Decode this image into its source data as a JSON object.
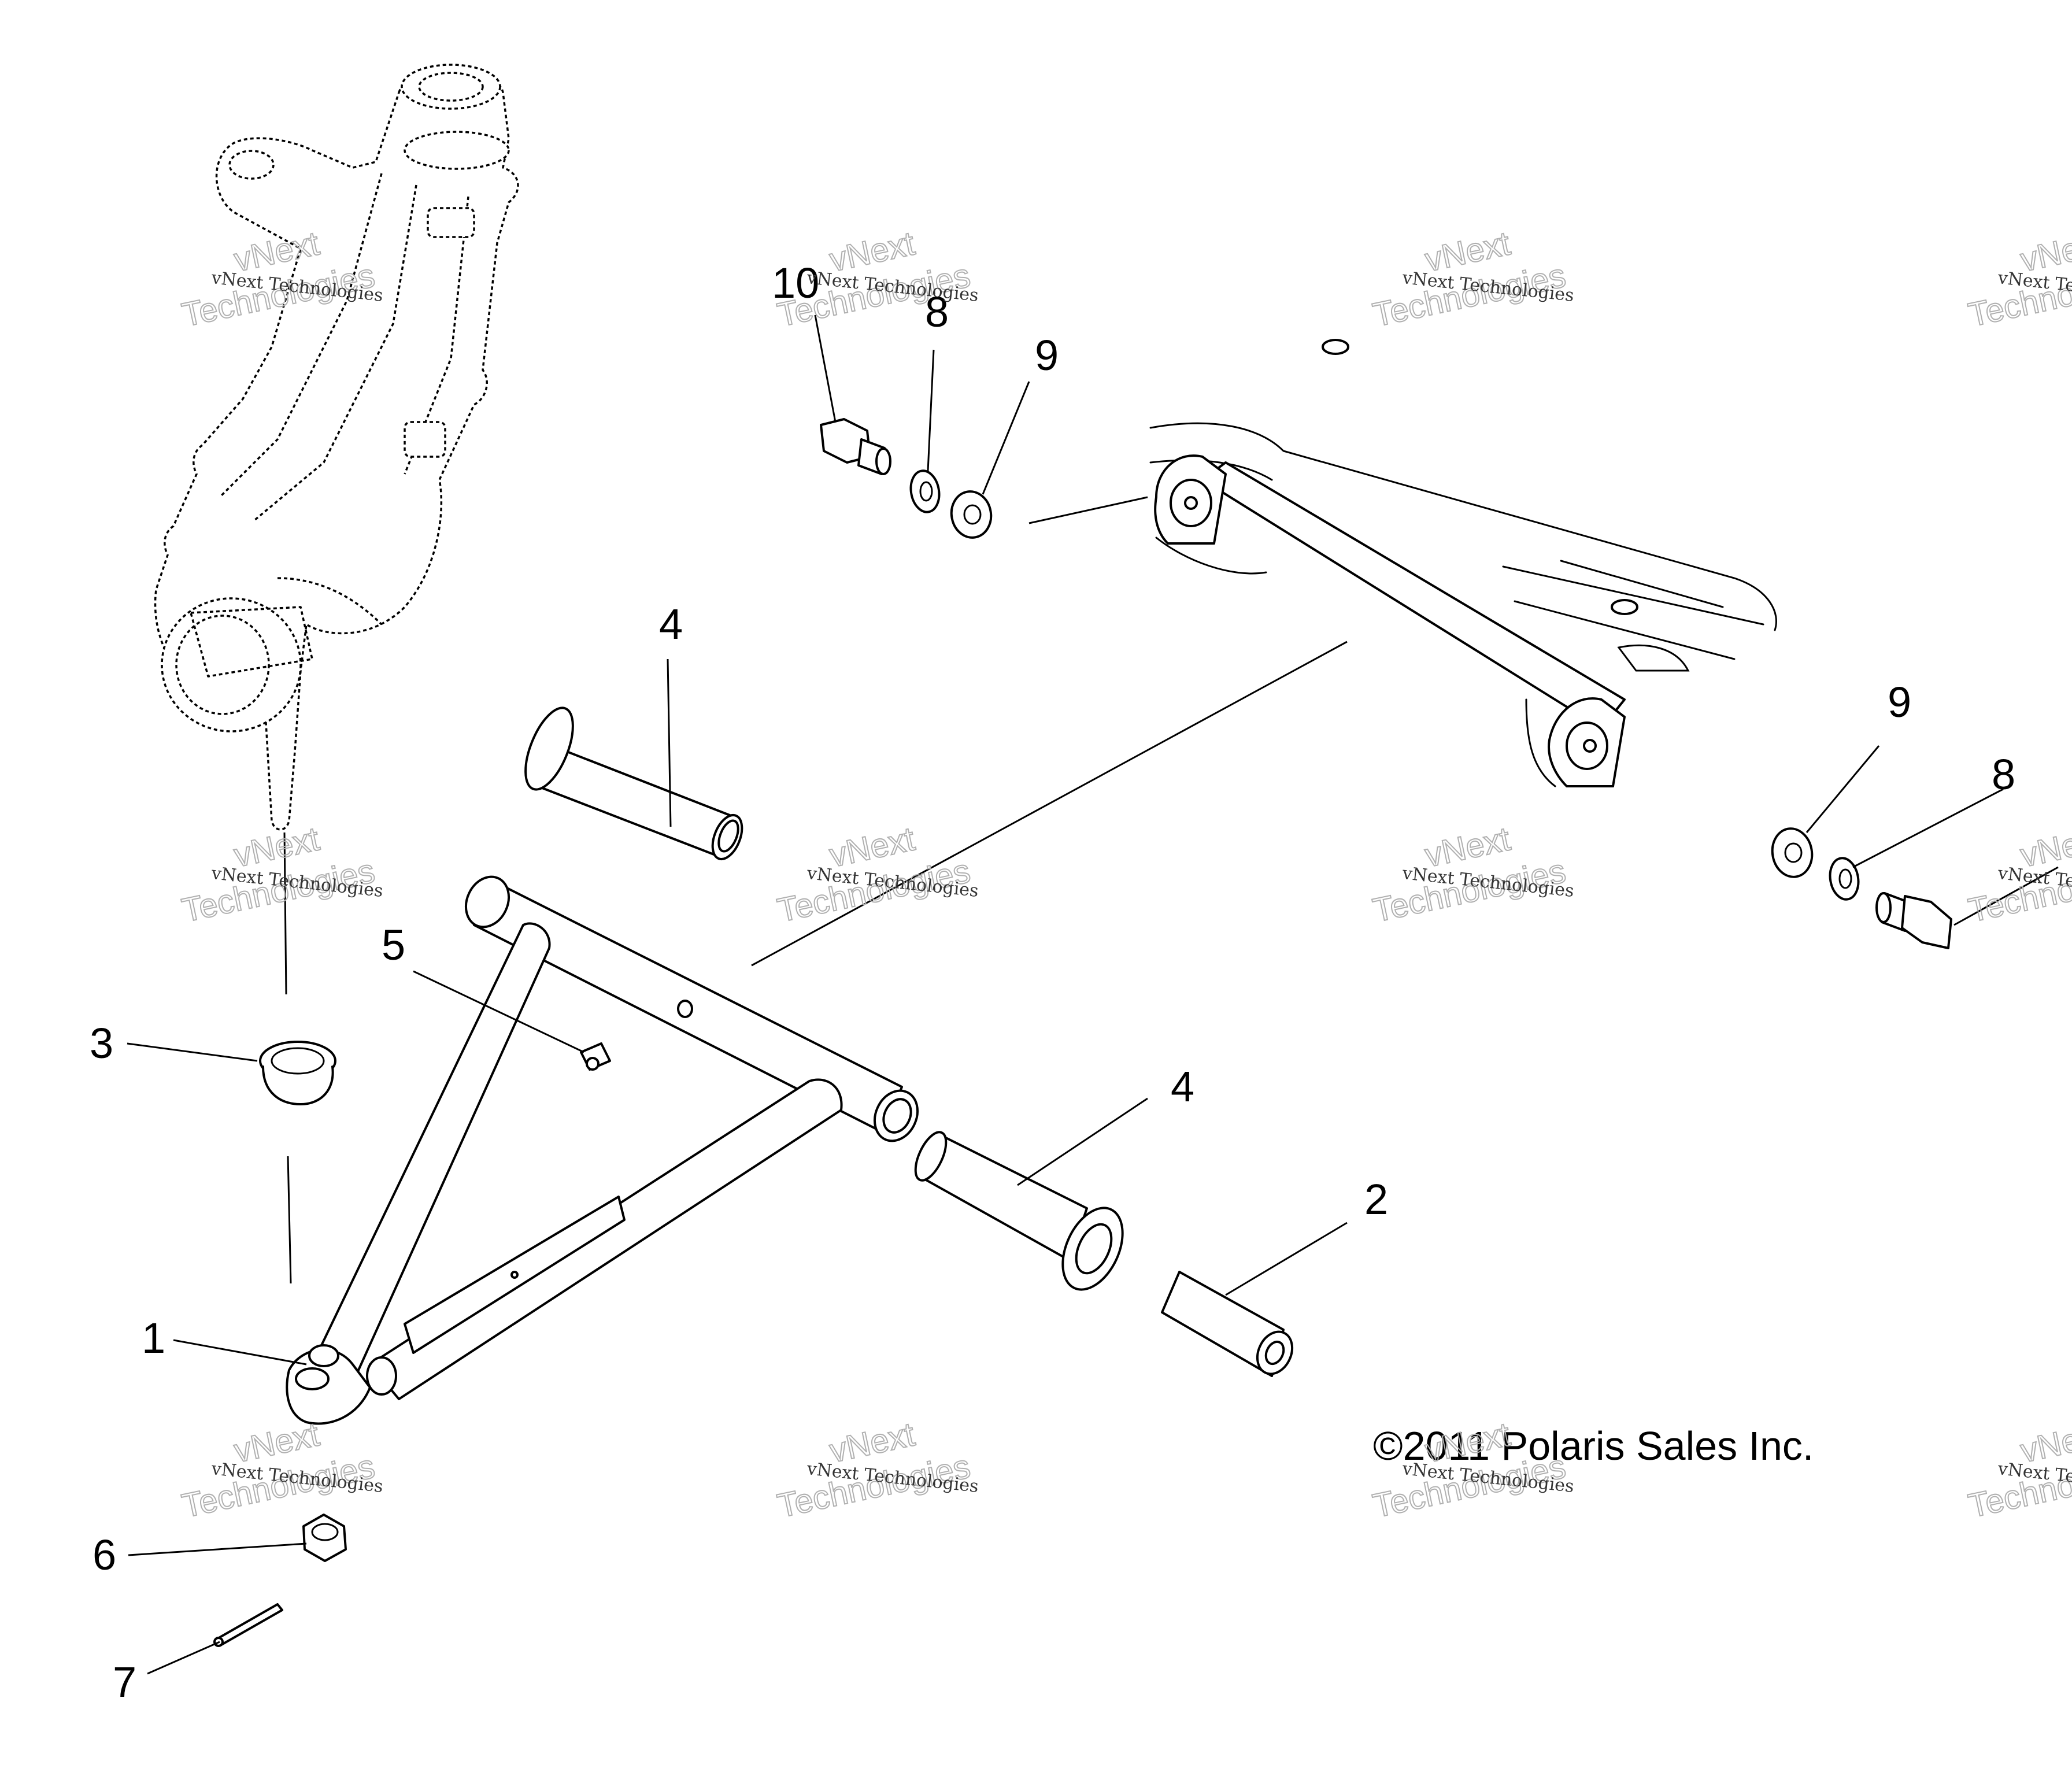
{
  "diagram": {
    "callouts": [
      {
        "id": "c1",
        "label": "1"
      },
      {
        "id": "c2",
        "label": "2"
      },
      {
        "id": "c3",
        "label": "3"
      },
      {
        "id": "c4a",
        "label": "4"
      },
      {
        "id": "c4b",
        "label": "4"
      },
      {
        "id": "c5",
        "label": "5"
      },
      {
        "id": "c6",
        "label": "6"
      },
      {
        "id": "c7",
        "label": "7"
      },
      {
        "id": "c8a",
        "label": "8"
      },
      {
        "id": "c8b",
        "label": "8"
      },
      {
        "id": "c9a",
        "label": "9"
      },
      {
        "id": "c9b",
        "label": "9"
      },
      {
        "id": "c10",
        "label": "10"
      }
    ],
    "copyright": "©2011 Polaris Sales Inc.",
    "watermark": {
      "line1": "vNext Technologies",
      "line2": "vNext",
      "line3": "Technologies"
    }
  }
}
